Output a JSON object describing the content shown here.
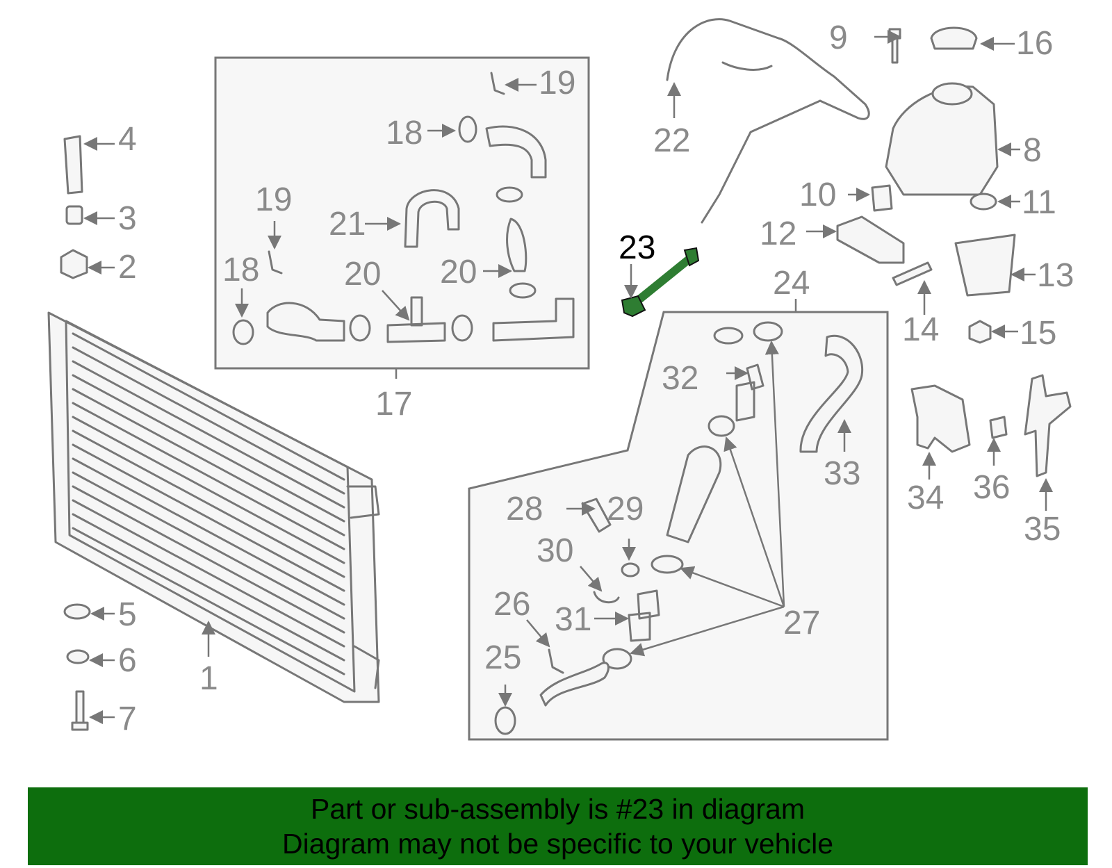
{
  "callouts": {
    "c1": "1",
    "c2": "2",
    "c3": "3",
    "c4": "4",
    "c5": "5",
    "c6": "6",
    "c7": "7",
    "c8": "8",
    "c9": "9",
    "c10": "10",
    "c11": "11",
    "c12": "12",
    "c13": "13",
    "c14": "14",
    "c15": "15",
    "c16": "16",
    "c17": "17",
    "c18a": "18",
    "c18b": "18",
    "c19a": "19",
    "c19b": "19",
    "c20a": "20",
    "c20b": "20",
    "c21": "21",
    "c22": "22",
    "c23": "23",
    "c24": "24",
    "c25": "25",
    "c26": "26",
    "c27": "27",
    "c28": "28",
    "c29": "29",
    "c30": "30",
    "c31": "31",
    "c32": "32",
    "c33": "33",
    "c34": "34",
    "c35": "35",
    "c36": "36"
  },
  "highlight_part": "23",
  "colors": {
    "highlight": "#2e7d32",
    "banner_bg": "#0d6e0d",
    "line": "#777777",
    "label": "#8a8a8a"
  },
  "banner": {
    "line1": "Part or sub-assembly is #23 in diagram",
    "line2": "Diagram may not be specific to your vehicle"
  }
}
